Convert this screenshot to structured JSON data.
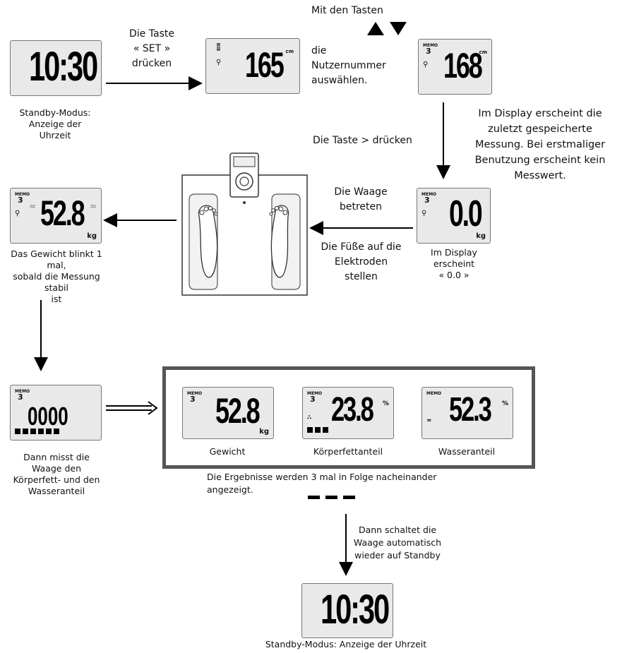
{
  "displays": {
    "standby_time": "10:30",
    "set_height": "165",
    "select_height": "168",
    "zero": "0.0",
    "weight_blink": "52.8",
    "measuring": "0000",
    "result_weight": "52.8",
    "result_fat": "23.8",
    "result_water": "52.3",
    "final_time": "10:30",
    "user_no": "3",
    "unit_cm": "cm",
    "unit_kg": "kg",
    "unit_pct": "%",
    "memory_label": "MEMO"
  },
  "texts": {
    "standby_caption": [
      "Standby-Modus:",
      "Anzeige  der",
      "Uhrzeit"
    ],
    "step_set": [
      "Die Taste",
      "« SET »",
      "drücken"
    ],
    "step_keys_line1": "Mit den Tasten",
    "step_keys_lines": [
      "die",
      "Nutzernummer",
      "auswählen."
    ],
    "step_arrow": "Die Taste > drücken",
    "display_info": [
      "Im Display erscheint die",
      "zuletzt gespeicherte",
      "Messung. Bei erstmaliger",
      "Benutzung erscheint kein",
      "Messwert."
    ],
    "step_on_scale": [
      "Die Waage",
      "betreten"
    ],
    "step_feet": [
      "Die Füße auf die",
      "Elektroden",
      "stellen"
    ],
    "zero_caption": [
      "Im Display erscheint",
      "« 0.0 »"
    ],
    "blink_caption": [
      "Das Gewicht blinkt 1 mal,",
      "sobald die Messung stabil",
      "ist"
    ],
    "measure_caption": [
      "Dann misst die",
      "Waage den",
      "Körperfett-  und den",
      "Wasseranteil"
    ],
    "label_weight": "Gewicht",
    "label_fat": "Körperfettanteil",
    "label_water": "Wasseranteil",
    "results_caption": [
      "Die Ergebnisse werden 3 mal in Folge nacheinander",
      "angezeigt."
    ],
    "auto_standby": [
      "Dann schaltet die",
      "Waage automatisch",
      "wieder auf Standby"
    ],
    "final_caption": "Standby-Modus: Anzeige  der Uhrzeit"
  }
}
